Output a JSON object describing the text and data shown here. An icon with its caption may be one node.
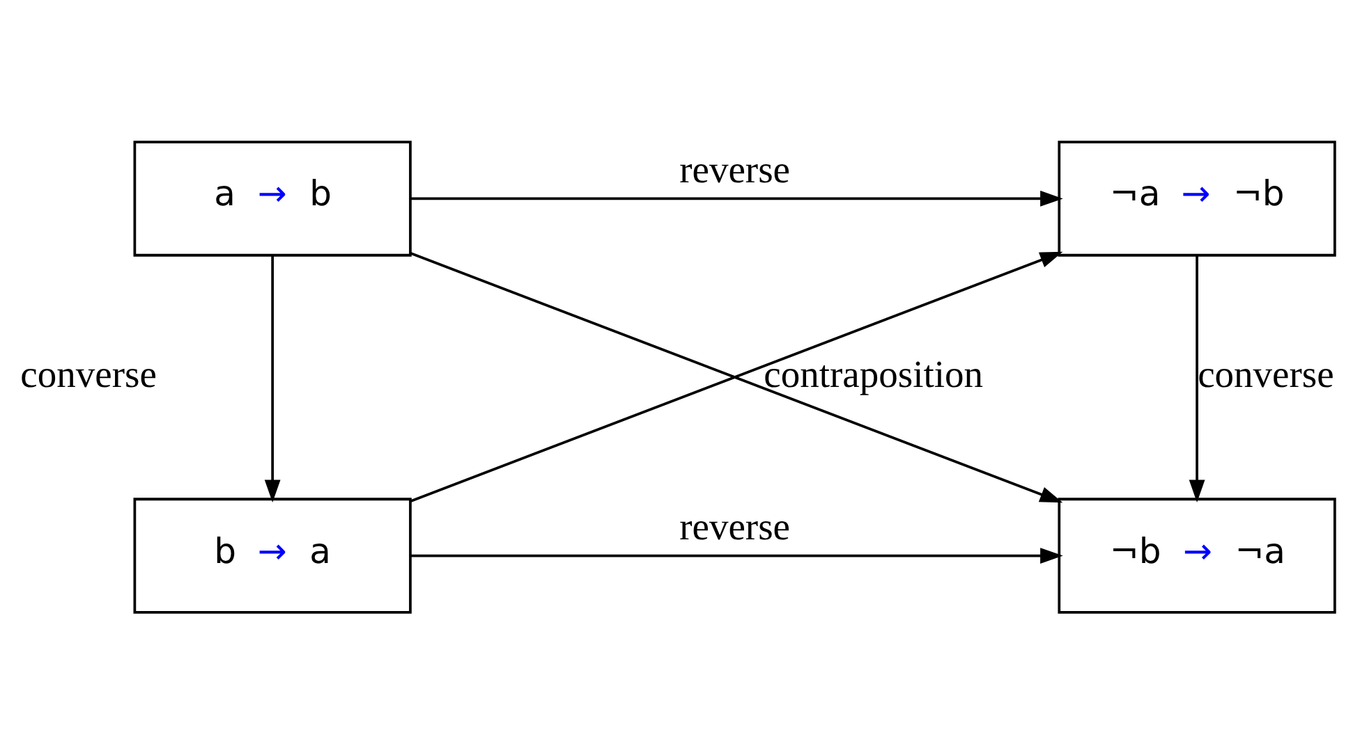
{
  "diagram": {
    "nodes": [
      {
        "text": [
          "a → b"
        ]
      },
      {
        "text": [
          "¬a → ¬b"
        ]
      },
      {
        "text": [
          "b → a"
        ]
      },
      {
        "text": [
          "¬b → ¬a"
        ]
      }
    ],
    "edges": [
      {
        "from": 0,
        "to": 1,
        "arrow": "to",
        "label": "reverse"
      },
      {
        "from": 0,
        "to": 2,
        "arrow": "to",
        "label": "converse"
      },
      {
        "from": 1,
        "to": 3,
        "arrow": "to",
        "label": "converse"
      },
      {
        "from": 0,
        "to": 3,
        "arrow": "to",
        "label": "contraposition"
      },
      {
        "from": 2,
        "to": 1,
        "arrow": "to"
      },
      {
        "from": 2,
        "to": 3,
        "arrow": "to",
        "label": "reverse"
      }
    ]
  }
}
